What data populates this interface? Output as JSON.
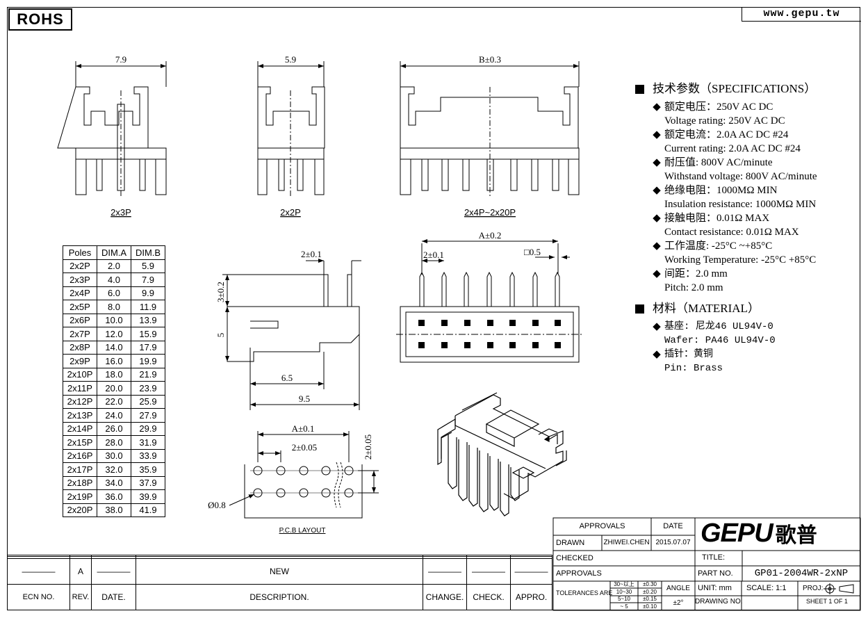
{
  "header": {
    "rohs": "ROHS",
    "website": "www.gepu.tw"
  },
  "views": {
    "top_dims": {
      "v2x3p": "7.9",
      "v2x2p": "5.9",
      "vlong": "B±0.3"
    },
    "labels": {
      "v2x3p": "2x3P",
      "v2x2p": "2x2P",
      "vlong": "2x4P~2x20P"
    },
    "side": {
      "pitch": "2±0.1",
      "height": "3±0.2",
      "body": "5",
      "depth1": "6.5",
      "depth2": "9.5"
    },
    "front": {
      "a": "A±0.2",
      "pitch": "2±0.1",
      "sq": "□0.5"
    },
    "pcb": {
      "a": "A±0.1",
      "pitch": "2±0.05",
      "vpitch": "2±0.05",
      "hole": "Ø0.8",
      "title": "P.C.B LAYOUT"
    }
  },
  "pole_table": {
    "headers": [
      "Poles",
      "DIM.A",
      "DIM.B"
    ],
    "rows": [
      [
        "2x2P",
        "2.0",
        "5.9"
      ],
      [
        "2x3P",
        "4.0",
        "7.9"
      ],
      [
        "2x4P",
        "6.0",
        "9.9"
      ],
      [
        "2x5P",
        "8.0",
        "11.9"
      ],
      [
        "2x6P",
        "10.0",
        "13.9"
      ],
      [
        "2x7P",
        "12.0",
        "15.9"
      ],
      [
        "2x8P",
        "14.0",
        "17.9"
      ],
      [
        "2x9P",
        "16.0",
        "19.9"
      ],
      [
        "2x10P",
        "18.0",
        "21.9"
      ],
      [
        "2x11P",
        "20.0",
        "23.9"
      ],
      [
        "2x12P",
        "22.0",
        "25.9"
      ],
      [
        "2x13P",
        "24.0",
        "27.9"
      ],
      [
        "2x14P",
        "26.0",
        "29.9"
      ],
      [
        "2x15P",
        "28.0",
        "31.9"
      ],
      [
        "2x16P",
        "30.0",
        "33.9"
      ],
      [
        "2x17P",
        "32.0",
        "35.9"
      ],
      [
        "2x18P",
        "34.0",
        "37.9"
      ],
      [
        "2x19P",
        "36.0",
        "39.9"
      ],
      [
        "2x20P",
        "38.0",
        "41.9"
      ]
    ]
  },
  "specs": {
    "title": "技术参数（SPECIFICATIONS）",
    "items": [
      [
        "额定电压：250V AC DC",
        "Voltage rating: 250V AC DC"
      ],
      [
        "额定电流：2.0A AC DC   #24",
        "Current rating: 2.0A  AC DC  #24"
      ],
      [
        "耐压值: 800V AC/minute",
        "Withstand voltage: 800V AC/minute"
      ],
      [
        "绝缘电阻：1000MΩ  MIN",
        "Insulation resistance: 1000MΩ  MIN"
      ],
      [
        "接触电阻：0.01Ω  MAX",
        "Contact resistance:  0.01Ω  MAX"
      ],
      [
        "工作温度: -25°C ~+85°C",
        "Working Temperature: -25°C  +85°C"
      ],
      [
        "间距：2.0 mm",
        "Pitch: 2.0 mm"
      ]
    ],
    "material_title": "材料（MATERIAL）",
    "material": [
      [
        "基座: 尼龙46 UL94V-0",
        "Wafer:  PA46 UL94V-0"
      ],
      [
        "插针：黄铜",
        "Pin: Brass"
      ]
    ]
  },
  "title_block": {
    "approvals": "APPROVALS",
    "date": "DATE",
    "drawn": "DRAWN",
    "drawn_by": "ZHIWEI.CHEN",
    "drawn_date": "2015.07.07",
    "checked": "CHECKED",
    "approvals2": "APPROVALS",
    "tolerances": "TOLERANCES  ARE",
    "tol_rows": [
      [
        "30~以上",
        "±0.30"
      ],
      [
        "10~30",
        "±0.20"
      ],
      [
        "5~10",
        "±0.15"
      ],
      [
        "~ 5",
        "±0.10"
      ]
    ],
    "angle": "ANGLE",
    "angle_val": "±2°",
    "logo": "GEPU",
    "logo_cn": "歌普",
    "title_label": "TITLE:",
    "part_no_label": "PART  NO.",
    "part_no": "GP01-2004WR-2xNP",
    "unit": "UNIT:  mm",
    "scale": "SCALE:   1:1",
    "proj": "PROJ:",
    "drawing_no": "DRAWING  NO.",
    "sheet": "SHEET   1  OF  1"
  },
  "revision": {
    "row_rev": "A",
    "row_desc": "NEW",
    "headers": [
      "ECN  NO.",
      "REV.",
      "DATE.",
      "DESCRIPTION.",
      "CHANGE.",
      "CHECK.",
      "APPRO."
    ]
  }
}
